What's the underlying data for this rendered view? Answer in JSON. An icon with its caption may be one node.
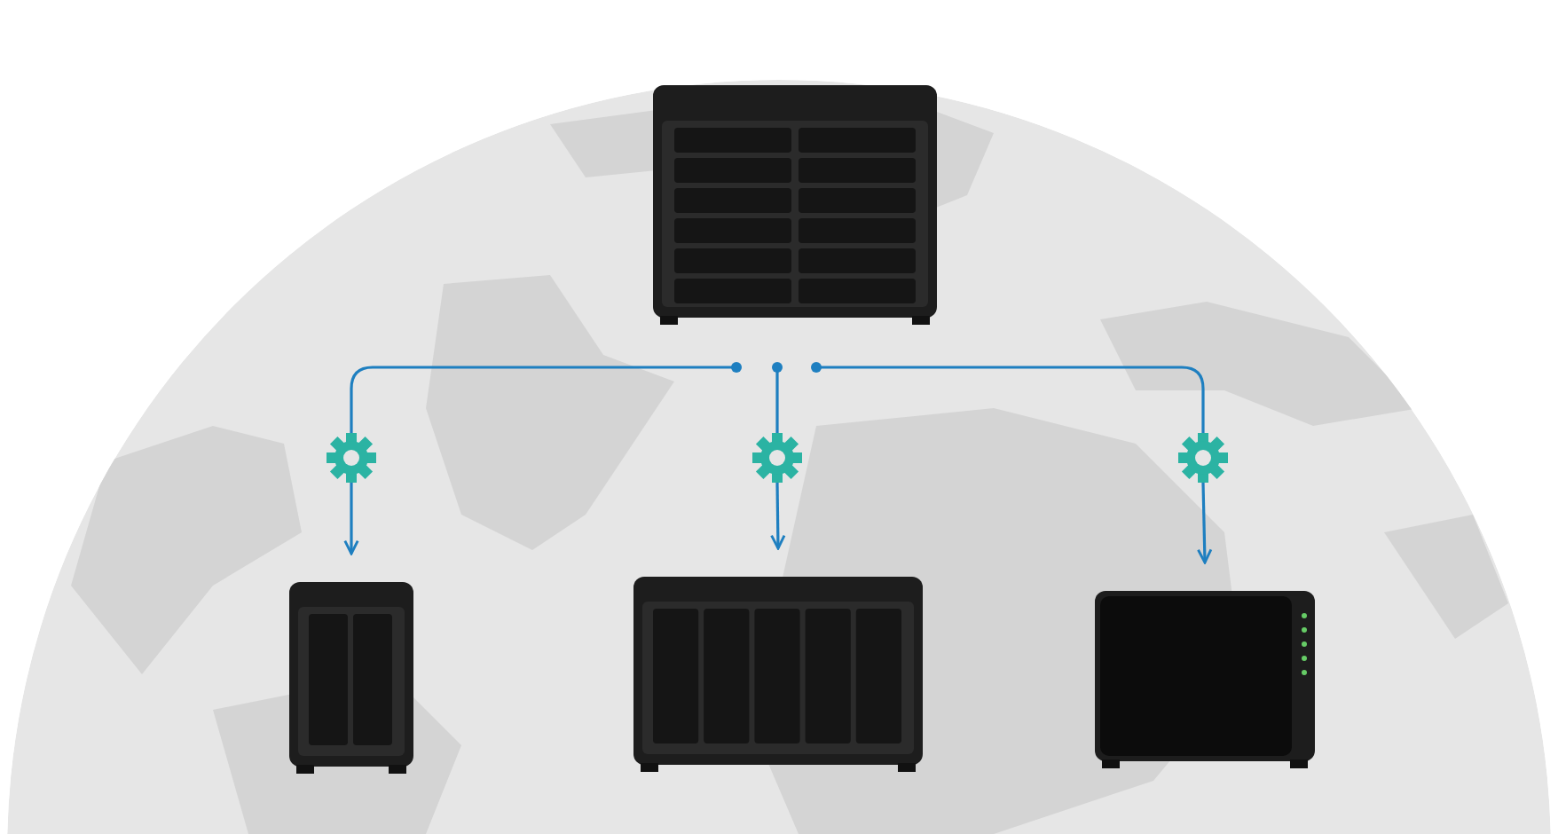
{
  "diagram": {
    "nodes": [
      {
        "text": [],
        "shape": "picture"
      },
      {
        "text": [],
        "shape": "gear"
      },
      {
        "text": [],
        "shape": "gear"
      },
      {
        "text": [],
        "shape": "gear"
      },
      {
        "text": [],
        "shape": "picture"
      },
      {
        "text": [],
        "shape": "picture"
      },
      {
        "text": [],
        "shape": "picture"
      }
    ],
    "edges": [
      {
        "from": 0,
        "to": 1,
        "arrow": "other"
      },
      {
        "from": 0,
        "to": 2,
        "arrow": "other"
      },
      {
        "from": 0,
        "to": 3,
        "arrow": "other"
      },
      {
        "from": 1,
        "to": 4,
        "arrow": "to"
      },
      {
        "from": 2,
        "to": 5,
        "arrow": "to"
      },
      {
        "from": 3,
        "to": 6,
        "arrow": "to"
      }
    ]
  }
}
